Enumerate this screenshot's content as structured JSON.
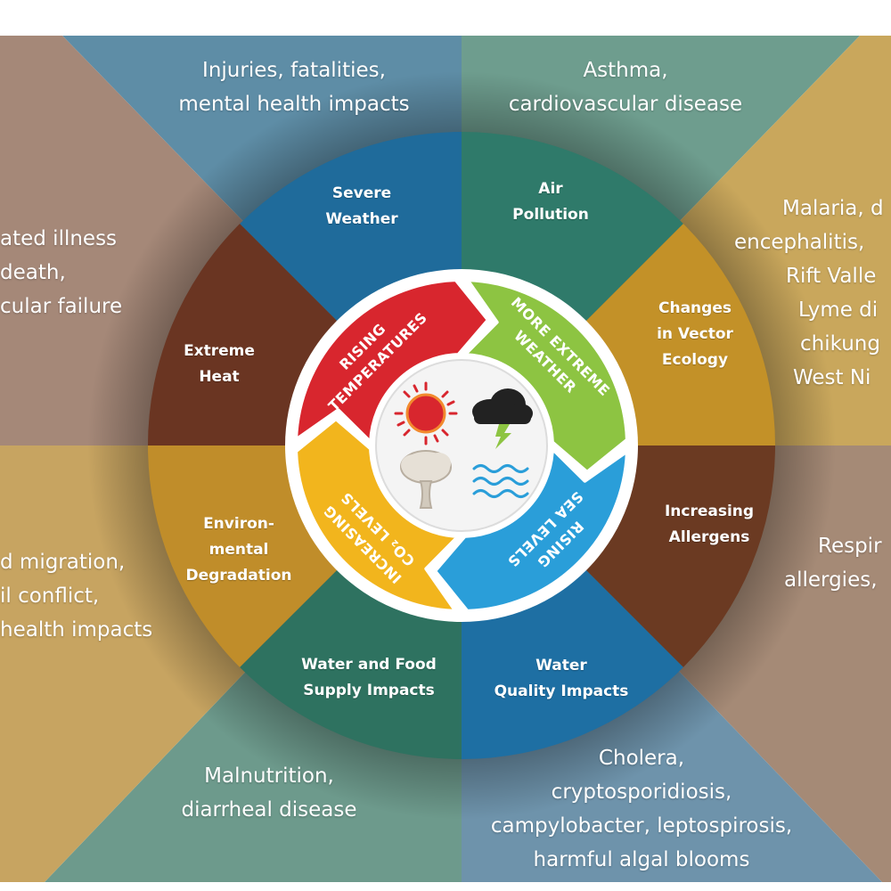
{
  "outer_effects": {
    "top_left": [
      "Injuries, fatalities,",
      "mental health impacts"
    ],
    "top_right": [
      "Asthma,",
      "cardiovascular disease"
    ],
    "left_upper": [
      "ated illness",
      "death,",
      "cular failure"
    ],
    "right_upper": [
      "Malaria, d",
      "encephalitis,",
      "Rift Valle",
      "Lyme di",
      "chikung",
      "West Ni"
    ],
    "left_lower": [
      "d migration,",
      "il conflict,",
      "health impacts"
    ],
    "right_lower": [
      "Respir",
      "allergies,"
    ],
    "bottom_left": [
      "Malnutrition,",
      "diarrheal disease"
    ],
    "bottom_right": [
      "Cholera,",
      "cryptosporidiosis,",
      "campylobacter, leptospirosis,",
      "harmful algal blooms"
    ]
  },
  "segments": {
    "severe_weather": [
      "Severe",
      "Weather"
    ],
    "air_pollution": [
      "Air",
      "Pollution"
    ],
    "vector_ecology": [
      "Changes",
      "in Vector",
      "Ecology"
    ],
    "allergens": [
      "Increasing",
      "Allergens"
    ],
    "water_quality": [
      "Water",
      "Quality Impacts"
    ],
    "water_food": [
      "Water and Food",
      "Supply Impacts"
    ],
    "environmental": [
      "Environ-",
      "mental",
      "Degradation"
    ],
    "extreme_heat": [
      "Extreme",
      "Heat"
    ]
  },
  "drivers": {
    "rising_temperatures": [
      "RISING",
      "TEMPERATURES"
    ],
    "more_extreme_weather": [
      "MORE EXTREME",
      "WEATHER"
    ],
    "rising_sea_levels": [
      "RISING",
      "SEA LEVELS"
    ],
    "increasing_co2": [
      "INCREASING",
      "CO₂ LEVELS"
    ]
  },
  "icons": [
    "sun-icon",
    "storm-cloud-icon",
    "waves-icon",
    "smoke-plume-icon"
  ],
  "colors": {
    "rising_temperatures": "#d8262e",
    "more_extreme_weather": "#8dc442",
    "rising_sea_levels": "#2a9ed9",
    "increasing_co2": "#f2b51d",
    "severe_weather": "#1f6b9b",
    "air_pollution": "#2f7a6a",
    "vector_ecology": "#c39128",
    "allergens": "#6b3a22",
    "water_quality": "#1e6fa3",
    "water_food": "#2e7260",
    "environmental": "#c08d2a",
    "extreme_heat": "#6a3522"
  }
}
